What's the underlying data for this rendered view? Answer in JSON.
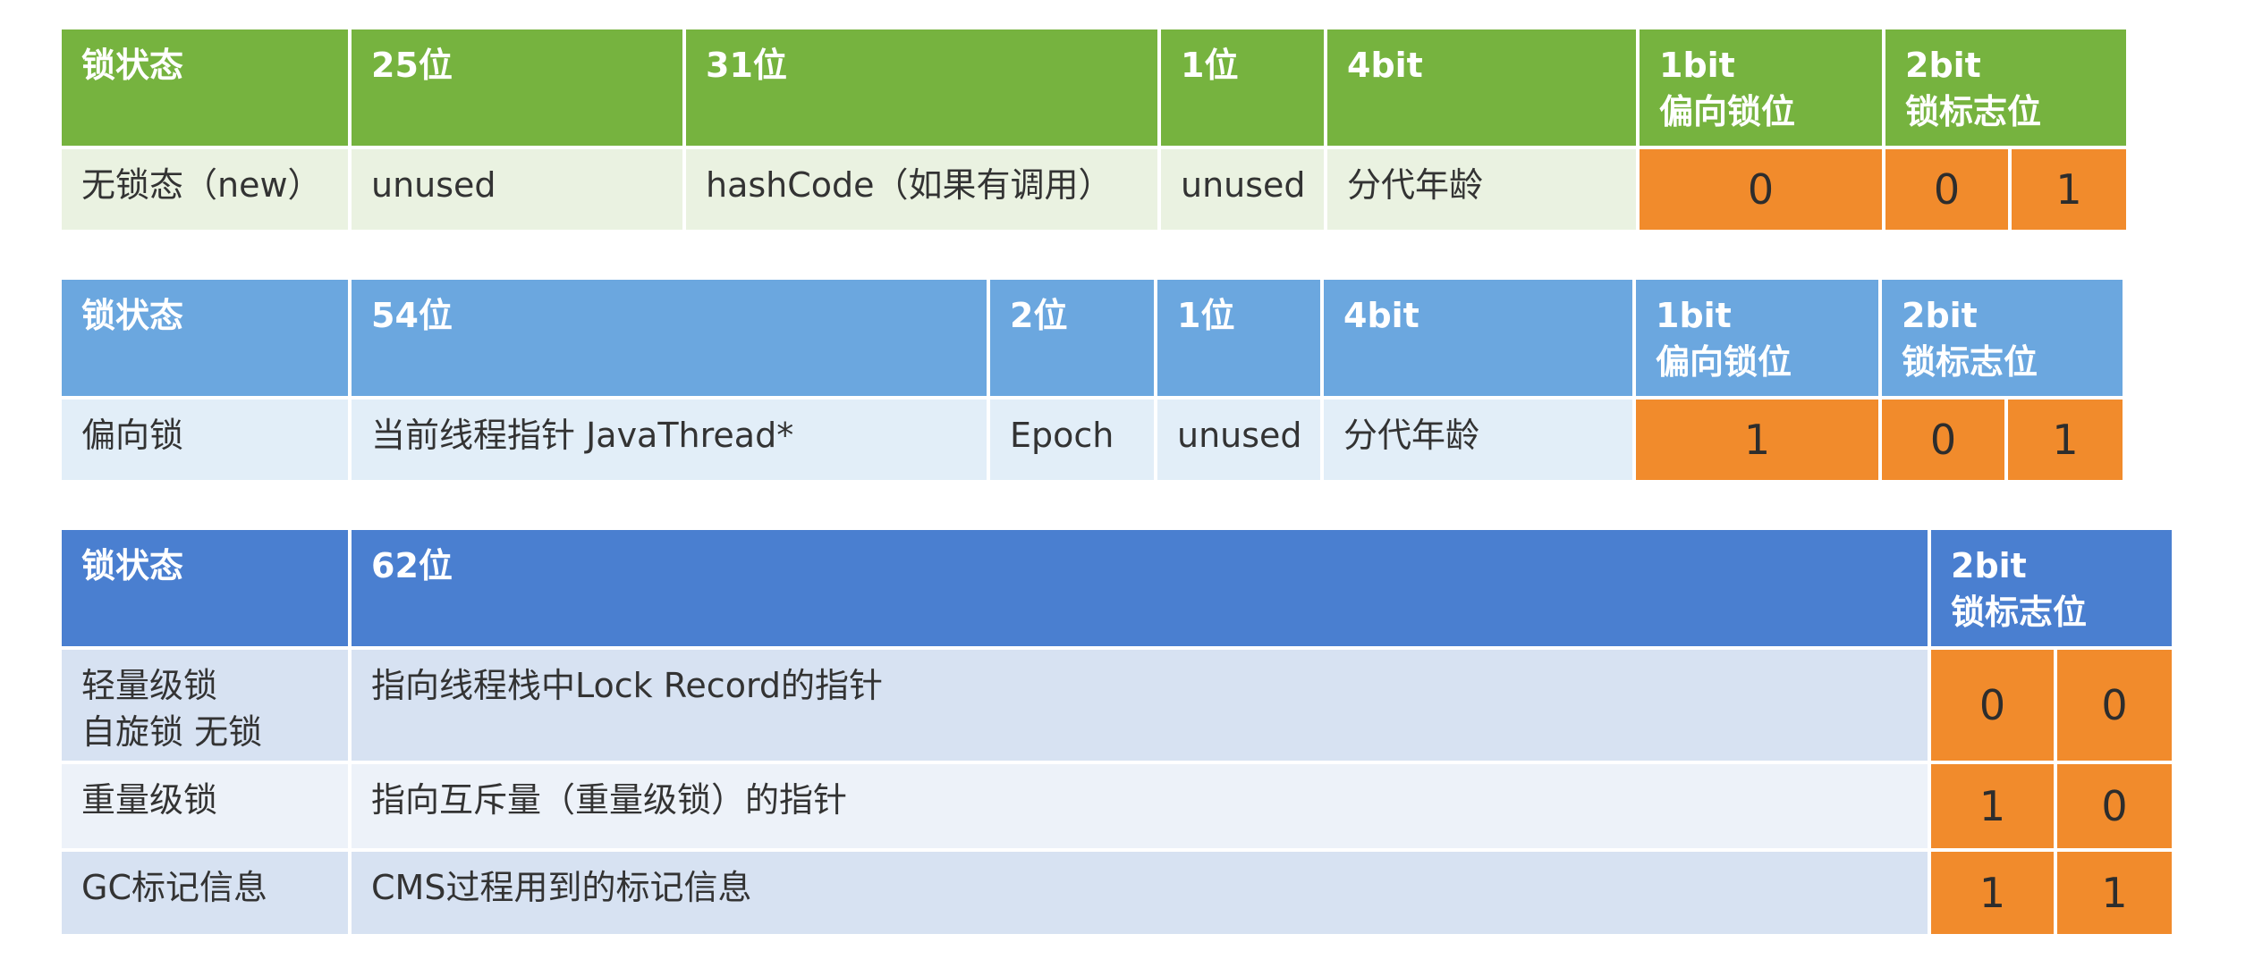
{
  "table_normal": {
    "headers": [
      "锁状态",
      "25位",
      "31位",
      "1位",
      "4bit",
      "1bit\n偏向锁位",
      "2bit\n锁标志位"
    ],
    "row": {
      "state": "无锁态（new）",
      "c25": "unused",
      "c31": "hashCode（如果有调用）",
      "c1": "unused",
      "age": "分代年龄",
      "biased_bit": "0",
      "flag_bits": [
        "0",
        "1"
      ]
    },
    "colors": {
      "header": "#76B33F",
      "body": "#EAF2E1",
      "bit_cell": "#F18B2C"
    }
  },
  "table_biased": {
    "headers": [
      "锁状态",
      "54位",
      "2位",
      "1位",
      "4bit",
      "1bit\n偏向锁位",
      "2bit\n锁标志位"
    ],
    "row": {
      "state": "偏向锁",
      "c54": "当前线程指针 JavaThread*",
      "c2": "Epoch",
      "c1": "unused",
      "age": "分代年龄",
      "biased_bit": "1",
      "flag_bits": [
        "0",
        "1"
      ]
    },
    "colors": {
      "header": "#6BA7DF",
      "body": "#E2EEF8",
      "bit_cell": "#F18B2C"
    }
  },
  "table_locks": {
    "headers": [
      "锁状态",
      "62位",
      "2bit\n锁标志位"
    ],
    "rows": [
      {
        "state": "轻量级锁\n自旋锁 无锁",
        "content": "指向线程栈中Lock Record的指针",
        "flag_bits": [
          "0",
          "0"
        ]
      },
      {
        "state": "重量级锁",
        "content": "指向互斥量（重量级锁）的指针",
        "flag_bits": [
          "1",
          "0"
        ]
      },
      {
        "state": "GC标记信息",
        "content": "CMS过程用到的标记信息",
        "flag_bits": [
          "1",
          "1"
        ]
      }
    ],
    "colors": {
      "header": "#4A7FD0",
      "body": "#D7E2F2",
      "bit_cell": "#F18B2C"
    }
  }
}
